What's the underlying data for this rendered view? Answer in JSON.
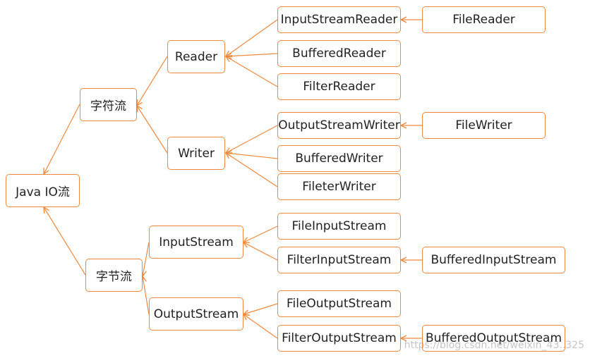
{
  "colors": {
    "line": "#ed8a3f",
    "border": "#ed8a3f",
    "text": "#222222"
  },
  "nodes": {
    "root": "Java IO流",
    "char_stream": "字符流",
    "byte_stream": "字节流",
    "reader": "Reader",
    "writer": "Writer",
    "input_stream": "InputStream",
    "output_stream": "OutputStream",
    "input_stream_reader": "InputStreamReader",
    "buffered_reader": "BufferedReader",
    "filter_reader": "FilterReader",
    "file_reader": "FileReader",
    "output_stream_writer": "OutputStreamWriter",
    "buffered_writer": "BufferedWriter",
    "fileter_writer": "FileterWriter",
    "file_writer": "FileWriter",
    "file_input_stream": "FileInputStream",
    "filter_input_stream": "FilterInputStream",
    "buffered_input_stream": "BufferedInputStream",
    "file_output_stream": "FileOutputStream",
    "filter_output_stream": "FilterOutputStream",
    "buffered_output_stream": "BufferedOutputStream"
  },
  "watermark": "https://blog.csdn.net/weixin_43..325"
}
